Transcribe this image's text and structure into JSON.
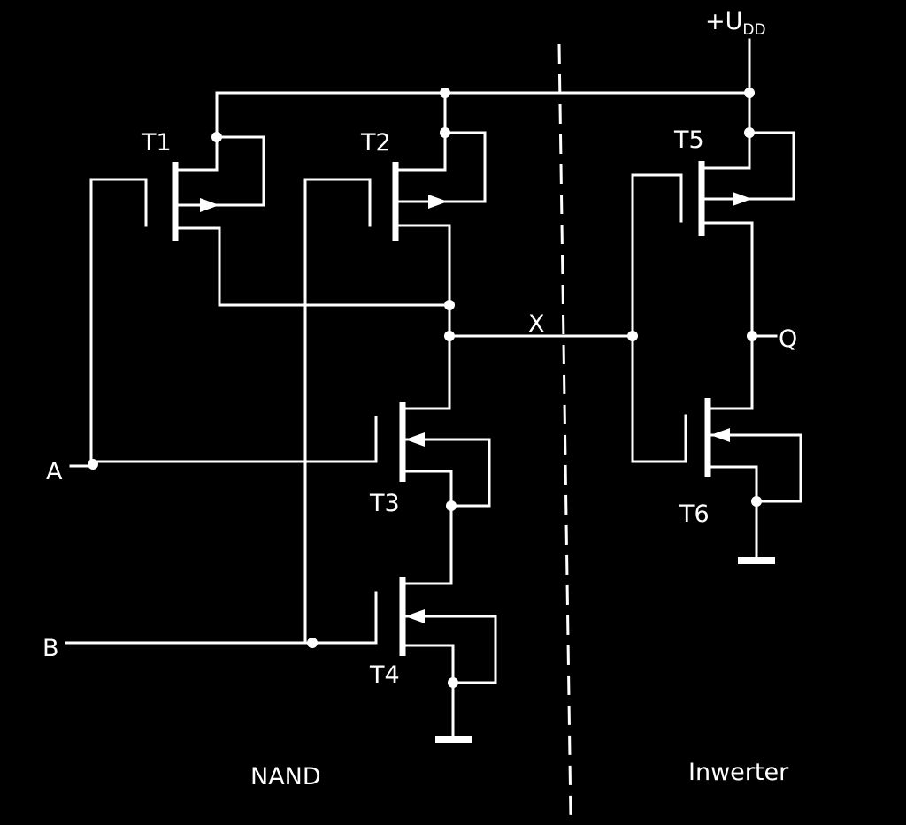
{
  "supply": {
    "plus": "+U",
    "subscript": "DD"
  },
  "transistors": {
    "t1": "T1",
    "t2": "T2",
    "t3": "T3",
    "t4": "T4",
    "t5": "T5",
    "t6": "T6"
  },
  "inputs": {
    "a": "A",
    "b": "B"
  },
  "nodes": {
    "x": "X",
    "q": "Q"
  },
  "sections": {
    "nand": "NAND",
    "inverter": "Inwerter"
  }
}
